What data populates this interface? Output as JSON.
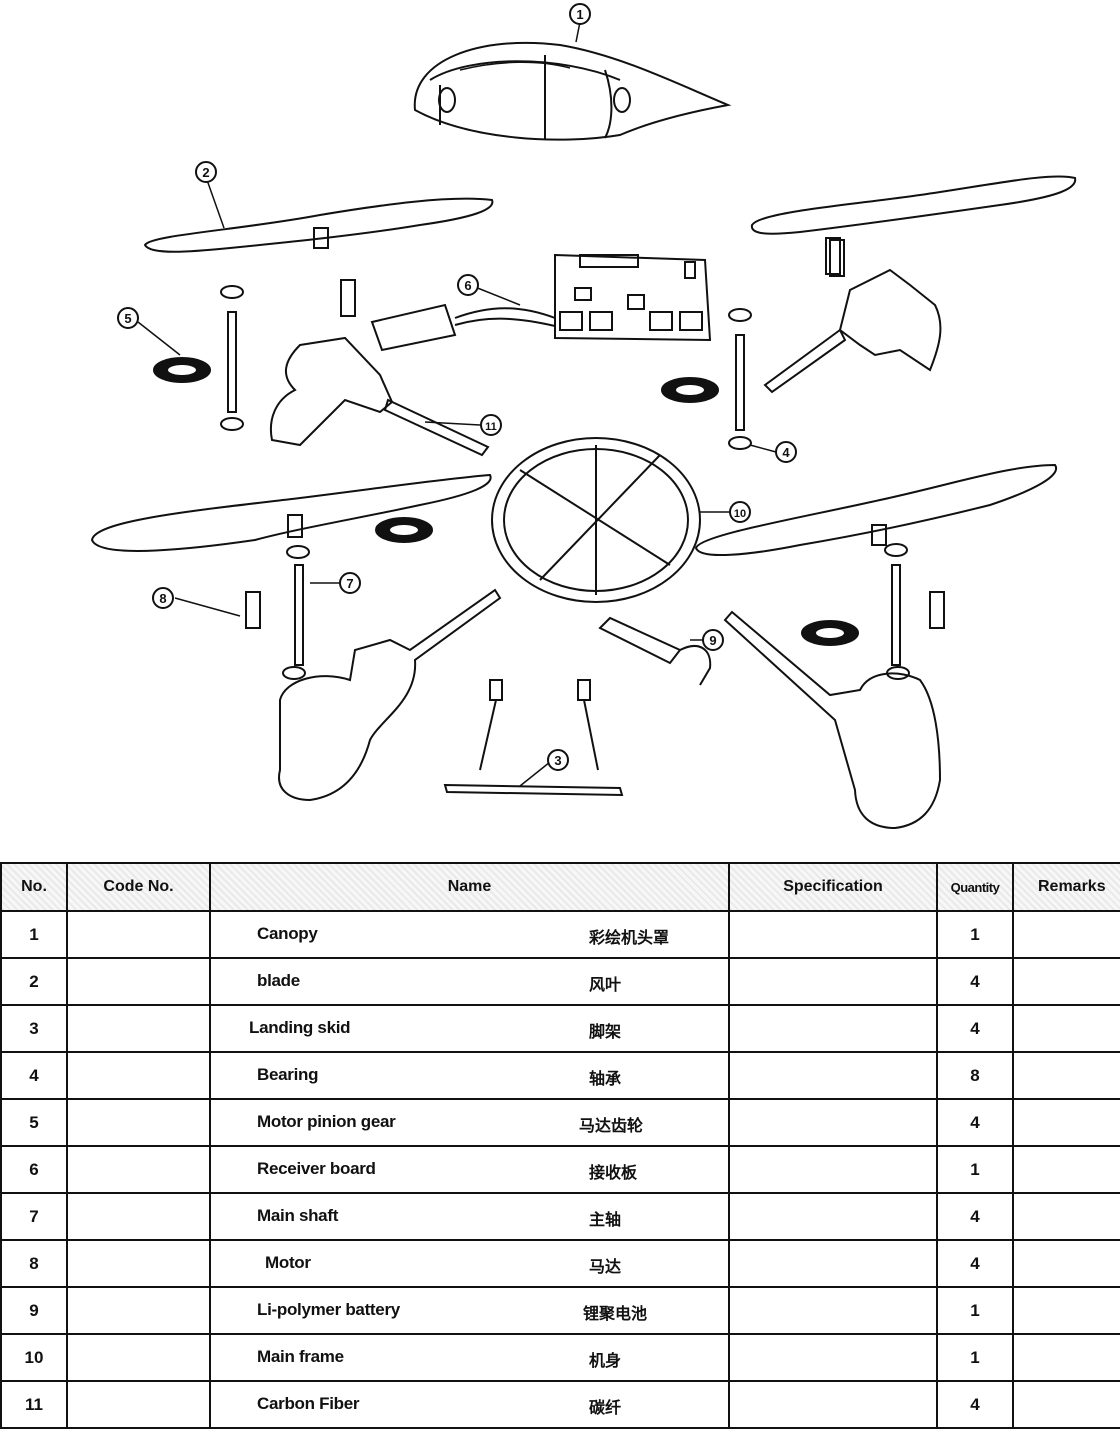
{
  "diagram": {
    "callouts": [
      "1",
      "2",
      "3",
      "4",
      "5",
      "6",
      "7",
      "8",
      "9",
      "10",
      "11"
    ]
  },
  "table": {
    "headers": {
      "no": "No.",
      "code": "Code No.",
      "name": "Name",
      "spec": "Specification",
      "qty": "Quantity",
      "remarks": "Remarks"
    },
    "rows": [
      {
        "no": "1",
        "name_en": "Canopy",
        "name_cn": "彩绘机头罩",
        "qty": "1"
      },
      {
        "no": "2",
        "name_en": "blade",
        "name_cn": "风叶",
        "qty": "4"
      },
      {
        "no": "3",
        "name_en": "Landing skid",
        "name_cn": "脚架",
        "qty": "4"
      },
      {
        "no": "4",
        "name_en": "Bearing",
        "name_cn": "轴承",
        "qty": "8"
      },
      {
        "no": "5",
        "name_en": "Motor pinion gear",
        "name_cn": "马达齿轮",
        "qty": "4"
      },
      {
        "no": "6",
        "name_en": "Receiver board",
        "name_cn": "接收板",
        "qty": "1"
      },
      {
        "no": "7",
        "name_en": "Main shaft",
        "name_cn": "主轴",
        "qty": "4"
      },
      {
        "no": "8",
        "name_en": "Motor",
        "name_cn": "马达",
        "qty": "4"
      },
      {
        "no": "9",
        "name_en": "Li-polymer battery",
        "name_cn": "锂聚电池",
        "qty": "1"
      },
      {
        "no": "10",
        "name_en": "Main frame",
        "name_cn": "机身",
        "qty": "1"
      },
      {
        "no": "11",
        "name_en": "Carbon Fiber",
        "name_cn": "碳纤",
        "qty": "4"
      }
    ]
  }
}
